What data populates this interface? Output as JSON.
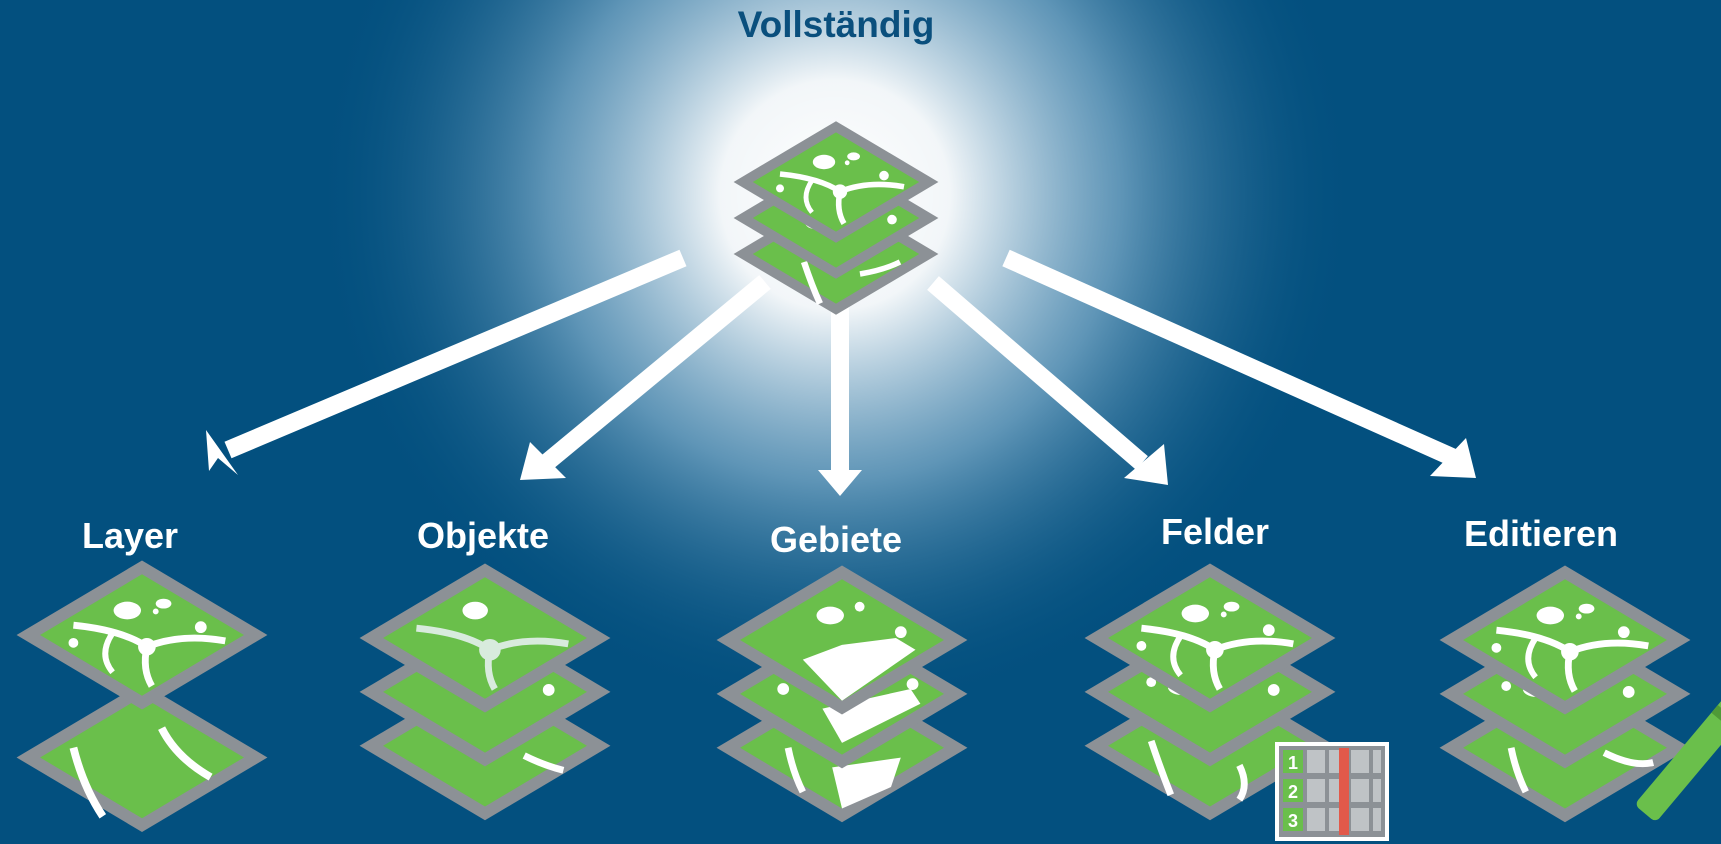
{
  "title": "Vollständig",
  "categories": [
    {
      "key": "layer",
      "label": "Layer"
    },
    {
      "key": "objekte",
      "label": "Objekte"
    },
    {
      "key": "gebiete",
      "label": "Gebiete"
    },
    {
      "key": "felder",
      "label": "Felder"
    },
    {
      "key": "editieren",
      "label": "Editieren"
    }
  ],
  "table_icon": {
    "rows": [
      "1",
      "2",
      "3"
    ]
  },
  "colors": {
    "background": "#03507f",
    "map_green": "#6abf4b",
    "map_frame": "#8c9196",
    "arrow": "#ffffff",
    "title_text": "#0a4f7d",
    "highlight": "#e2594a"
  }
}
